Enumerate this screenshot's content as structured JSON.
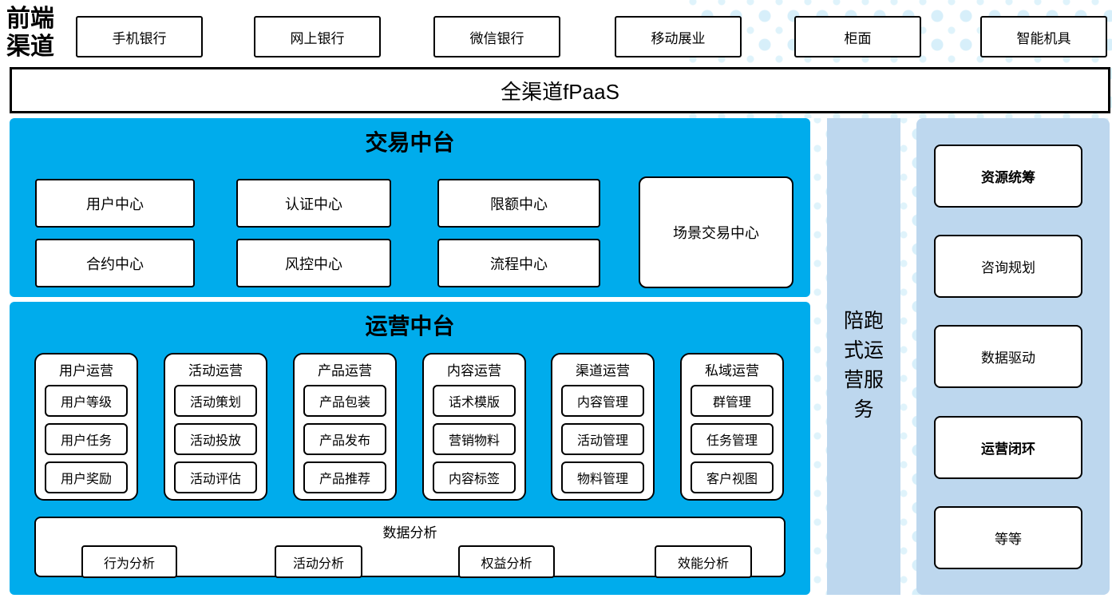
{
  "channels": {
    "label": "前端渠道",
    "items": [
      "手机银行",
      "网上银行",
      "微信银行",
      "移动展业",
      "柜面",
      "智能机具"
    ]
  },
  "fpaas": {
    "label": "全渠道fPaaS"
  },
  "transaction": {
    "title": "交易中台",
    "row1": [
      "用户中心",
      "认证中心",
      "限额中心"
    ],
    "row2": [
      "合约中心",
      "风控中心",
      "流程中心"
    ],
    "tall_box": "场景交易中心"
  },
  "operation": {
    "title": "运营中台",
    "columns": [
      {
        "title": "用户运营",
        "items": [
          "用户等级",
          "用户任务",
          "用户奖励"
        ]
      },
      {
        "title": "活动运营",
        "items": [
          "活动策划",
          "活动投放",
          "活动评估"
        ]
      },
      {
        "title": "产品运营",
        "items": [
          "产品包装",
          "产品发布",
          "产品推荐"
        ]
      },
      {
        "title": "内容运营",
        "items": [
          "话术模版",
          "营销物料",
          "内容标签"
        ]
      },
      {
        "title": "渠道运营",
        "items": [
          "内容管理",
          "活动管理",
          "物料管理"
        ]
      },
      {
        "title": "私域运营",
        "items": [
          "群管理",
          "任务管理",
          "客户视图"
        ]
      }
    ],
    "analysis": {
      "title": "数据分析",
      "items": [
        "行为分析",
        "活动分析",
        "权益分析",
        "效能分析"
      ]
    }
  },
  "side_service": {
    "label": "陪跑式运营服务"
  },
  "right_panel": {
    "items": [
      {
        "label": "资源统筹",
        "bold": true
      },
      {
        "label": "咨询规划",
        "bold": false
      },
      {
        "label": "数据驱动",
        "bold": false
      },
      {
        "label": "运营闭环",
        "bold": true
      },
      {
        "label": "等等",
        "bold": false
      }
    ]
  },
  "colors": {
    "accent_blue": "#00ACEC",
    "light_blue": "#BDD7EE",
    "dot_blue": "#D7EFFA",
    "border": "#000000"
  }
}
